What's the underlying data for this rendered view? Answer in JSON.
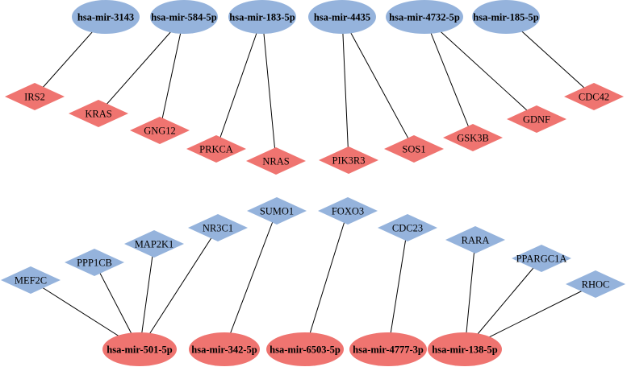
{
  "colors": {
    "mirna_blue": "#95b3dc",
    "gene_red": "#ef7470",
    "mirna_red": "#ef7470",
    "gene_blue": "#95b3dc",
    "edge": "#000000"
  },
  "mirnas_top": [
    {
      "id": "m3143",
      "label": "hsa-mir-3143"
    },
    {
      "id": "m584",
      "label": "hsa-mir-584-5p"
    },
    {
      "id": "m183",
      "label": "hsa-mir-183-5p"
    },
    {
      "id": "m4435",
      "label": "hsa-mir-4435"
    },
    {
      "id": "m4732",
      "label": "hsa-mir-4732-5p"
    },
    {
      "id": "m185",
      "label": "hsa-mir-185-5p"
    }
  ],
  "genes_top": [
    {
      "id": "irs2",
      "label": "IRS2"
    },
    {
      "id": "kras",
      "label": "KRAS"
    },
    {
      "id": "gng12",
      "label": "GNG12"
    },
    {
      "id": "prkca",
      "label": "PRKCA"
    },
    {
      "id": "nras",
      "label": "NRAS"
    },
    {
      "id": "pik3r3",
      "label": "PIK3R3"
    },
    {
      "id": "sos1",
      "label": "SOS1"
    },
    {
      "id": "gsk3b",
      "label": "GSK3B"
    },
    {
      "id": "gdnf",
      "label": "GDNF"
    },
    {
      "id": "cdc42",
      "label": "CDC42"
    }
  ],
  "genes_bottom": [
    {
      "id": "mef2c",
      "label": "MEF2C"
    },
    {
      "id": "ppp1cb",
      "label": "PPP1CB"
    },
    {
      "id": "map2k1",
      "label": "MAP2K1"
    },
    {
      "id": "nr3c1",
      "label": "NR3C1"
    },
    {
      "id": "sumo1",
      "label": "SUMO1"
    },
    {
      "id": "foxo3",
      "label": "FOXO3"
    },
    {
      "id": "cdc23",
      "label": "CDC23"
    },
    {
      "id": "rara",
      "label": "RARA"
    },
    {
      "id": "ppargc1a",
      "label": "PPARGC1A"
    },
    {
      "id": "rhoc",
      "label": "RHOC"
    }
  ],
  "mirnas_bottom": [
    {
      "id": "m501",
      "label": "hsa-mir-501-5p"
    },
    {
      "id": "m342",
      "label": "hsa-mir-342-5p"
    },
    {
      "id": "m6503",
      "label": "hsa-mir-6503-5p"
    },
    {
      "id": "m4777",
      "label": "hsa-mir-4777-3p"
    },
    {
      "id": "m138",
      "label": "hsa-mir-138-5p"
    }
  ],
  "edges": [
    [
      "m3143",
      "irs2"
    ],
    [
      "m584",
      "kras"
    ],
    [
      "m584",
      "gng12"
    ],
    [
      "m183",
      "prkca"
    ],
    [
      "m183",
      "nras"
    ],
    [
      "m4435",
      "pik3r3"
    ],
    [
      "m4435",
      "sos1"
    ],
    [
      "m4732",
      "gsk3b"
    ],
    [
      "m4732",
      "gdnf"
    ],
    [
      "m185",
      "cdc42"
    ],
    [
      "m501",
      "mef2c"
    ],
    [
      "m501",
      "ppp1cb"
    ],
    [
      "m501",
      "map2k1"
    ],
    [
      "m501",
      "nr3c1"
    ],
    [
      "m342",
      "sumo1"
    ],
    [
      "m6503",
      "foxo3"
    ],
    [
      "m4777",
      "cdc23"
    ],
    [
      "m138",
      "rara"
    ],
    [
      "m138",
      "ppargc1a"
    ],
    [
      "m138",
      "rhoc"
    ]
  ]
}
